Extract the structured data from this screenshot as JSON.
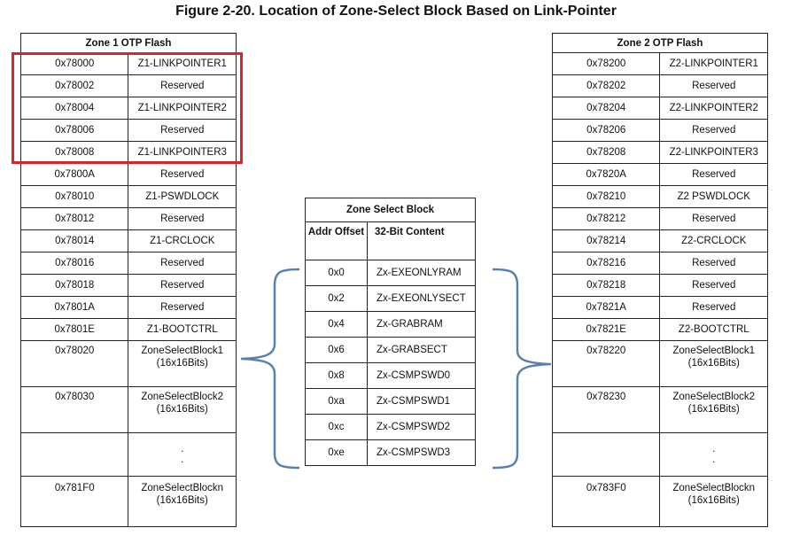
{
  "title": "Figure 2-20. Location of Zone-Select Block Based on Link-Pointer",
  "zone1": {
    "header": "Zone 1 OTP Flash",
    "rows": [
      {
        "addr": "0x78000",
        "content": "Z1-LINKPOINTER1"
      },
      {
        "addr": "0x78002",
        "content": "Reserved"
      },
      {
        "addr": "0x78004",
        "content": "Z1-LINKPOINTER2"
      },
      {
        "addr": "0x78006",
        "content": "Reserved"
      },
      {
        "addr": "0x78008",
        "content": "Z1-LINKPOINTER3"
      },
      {
        "addr": "0x7800A",
        "content": "Reserved"
      },
      {
        "addr": "0x78010",
        "content": "Z1-PSWDLOCK"
      },
      {
        "addr": "0x78012",
        "content": "Reserved"
      },
      {
        "addr": "0x78014",
        "content": "Z1-CRCLOCK"
      },
      {
        "addr": "0x78016",
        "content": "Reserved"
      },
      {
        "addr": "0x78018",
        "content": "Reserved"
      },
      {
        "addr": "0x7801A",
        "content": "Reserved"
      },
      {
        "addr": "0x7801E",
        "content": "Z1-BOOTCTRL"
      }
    ],
    "blocks": [
      {
        "addr": "0x78020",
        "line1": "ZoneSelectBlock1",
        "line2": "(16x16Bits)"
      },
      {
        "addr": "0x78030",
        "line1": "ZoneSelectBlock2",
        "line2": "(16x16Bits)"
      }
    ],
    "dots": [
      ".",
      "."
    ],
    "last": {
      "addr": "0x781F0",
      "line1": "ZoneSelectBlockn",
      "line2": "(16x16Bits)"
    }
  },
  "zone2": {
    "header": "Zone 2 OTP Flash",
    "rows": [
      {
        "addr": "0x78200",
        "content": "Z2-LINKPOINTER1"
      },
      {
        "addr": "0x78202",
        "content": "Reserved"
      },
      {
        "addr": "0x78204",
        "content": "Z2-LINKPOINTER2"
      },
      {
        "addr": "0x78206",
        "content": "Reserved"
      },
      {
        "addr": "0x78208",
        "content": "Z2-LINKPOINTER3"
      },
      {
        "addr": "0x7820A",
        "content": "Reserved"
      },
      {
        "addr": "0x78210",
        "content": "Z2 PSWDLOCK"
      },
      {
        "addr": "0x78212",
        "content": "Reserved"
      },
      {
        "addr": "0x78214",
        "content": "Z2-CRCLOCK"
      },
      {
        "addr": "0x78216",
        "content": "Reserved"
      },
      {
        "addr": "0x78218",
        "content": "Reserved"
      },
      {
        "addr": "0x7821A",
        "content": "Reserved"
      },
      {
        "addr": "0x7821E",
        "content": "Z2-BOOTCTRL"
      }
    ],
    "blocks": [
      {
        "addr": "0x78220",
        "line1": "ZoneSelectBlock1",
        "line2": "(16x16Bits)"
      },
      {
        "addr": "0x78230",
        "line1": "ZoneSelectBlock2",
        "line2": "(16x16Bits)"
      }
    ],
    "dots": [
      ".",
      "."
    ],
    "last": {
      "addr": "0x783F0",
      "line1": "ZoneSelectBlockn",
      "line2": "(16x16Bits)"
    }
  },
  "zone_select_block": {
    "header": "Zone Select Block",
    "col_offset": "Addr Offset",
    "col_content": "32-Bit Content",
    "rows": [
      {
        "offset": "0x0",
        "content": "Zx-EXEONLYRAM"
      },
      {
        "offset": "0x2",
        "content": "Zx-EXEONLYSECT"
      },
      {
        "offset": "0x4",
        "content": "Zx-GRABRAM"
      },
      {
        "offset": "0x6",
        "content": "Zx-GRABSECT"
      },
      {
        "offset": "0x8",
        "content": "Zx-CSMPSWD0"
      },
      {
        "offset": "0xa",
        "content": "Zx-CSMPSWD1"
      },
      {
        "offset": "0xc",
        "content": "Zx-CSMPSWD2"
      },
      {
        "offset": "0xe",
        "content": "Zx-CSMPSWD3"
      }
    ]
  },
  "colors": {
    "highlight": "#d9262c",
    "brace": "#5a80ae",
    "border": "#222222"
  }
}
